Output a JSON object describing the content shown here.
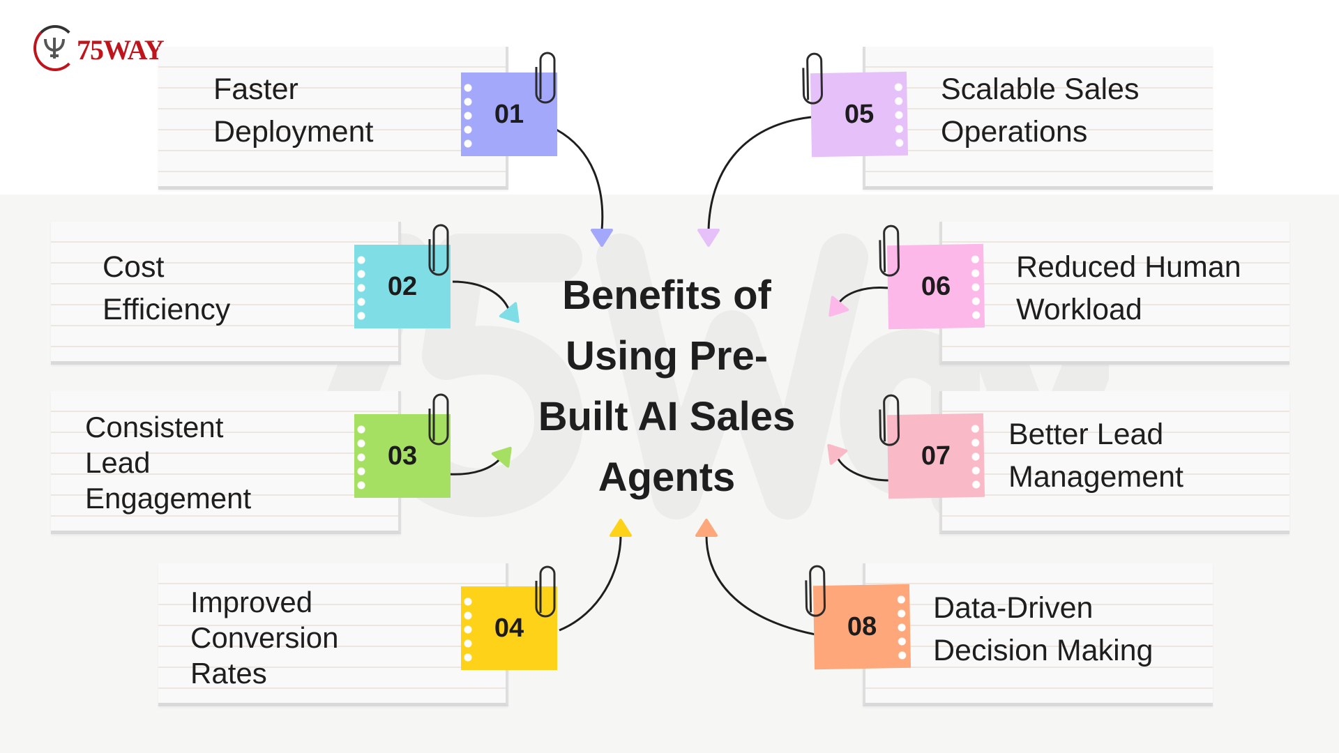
{
  "logo": {
    "text": "75WAY"
  },
  "watermark": "75Way",
  "title": [
    "Benefits of",
    "Using Pre-",
    "Built AI Sales",
    "Agents"
  ],
  "benefits": [
    {
      "num": "01",
      "lines": [
        "Faster",
        "Deployment"
      ],
      "color": "#a3a8fa"
    },
    {
      "num": "02",
      "lines": [
        "Cost",
        "Efficiency"
      ],
      "color": "#7fdde6"
    },
    {
      "num": "03",
      "lines": [
        "Consistent",
        "Lead",
        "Engagement"
      ],
      "color": "#a6e062"
    },
    {
      "num": "04",
      "lines": [
        "Improved",
        "Conversion",
        "Rates"
      ],
      "color": "#ffd21a"
    },
    {
      "num": "05",
      "lines": [
        "Scalable Sales",
        "Operations"
      ],
      "color": "#e6c0f9"
    },
    {
      "num": "06",
      "lines": [
        "Reduced Human",
        "Workload"
      ],
      "color": "#fbb8e8"
    },
    {
      "num": "07",
      "lines": [
        "Better Lead",
        "Management"
      ],
      "color": "#f9b9c6"
    },
    {
      "num": "08",
      "lines": [
        "Data-Driven",
        "Decision Making"
      ],
      "color": "#fea77a"
    }
  ]
}
